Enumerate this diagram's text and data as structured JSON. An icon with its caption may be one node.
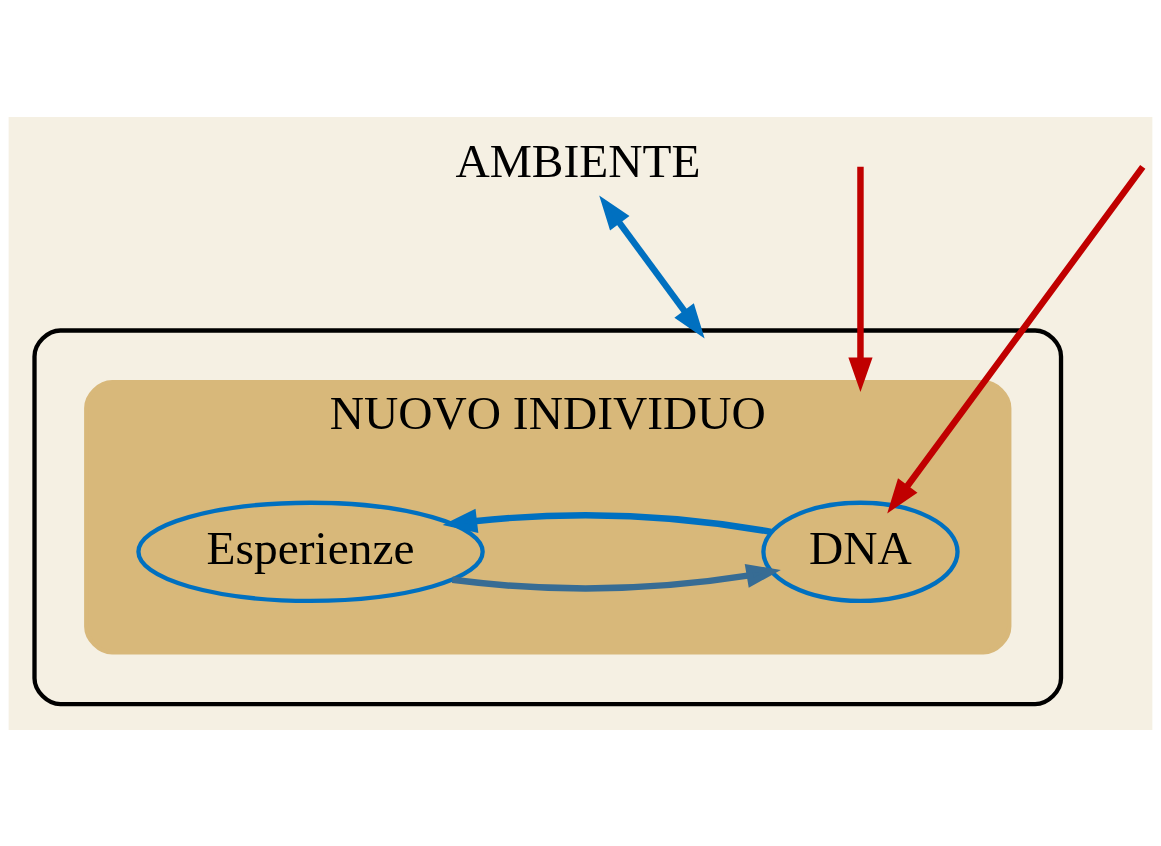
{
  "diagram": {
    "nodes": [
      {
        "text": [
          "AMBIENTE"
        ]
      },
      {
        "text": [],
        "shape": "ellipse"
      },
      {
        "text": [
          "NUOVO INDIVIDUO"
        ],
        "in": 1
      },
      {
        "text": [
          "DNA"
        ],
        "in": 2
      },
      {
        "text": [
          "Esperienze"
        ],
        "in": 2
      }
    ],
    "edges": [
      {
        "from": 0,
        "to": 1,
        "arrow": "both",
        "color": "#0070c0"
      },
      {
        "from": null,
        "to": 2,
        "arrow": "to",
        "color": "#c00000"
      },
      {
        "from": null,
        "to": 3,
        "arrow": "to",
        "color": "#c00000"
      },
      {
        "from": 4,
        "to": 3,
        "arrow": "to",
        "color": "#376c94"
      },
      {
        "from": 3,
        "to": 4,
        "arrow": "to",
        "color": "#0070c0"
      }
    ]
  }
}
